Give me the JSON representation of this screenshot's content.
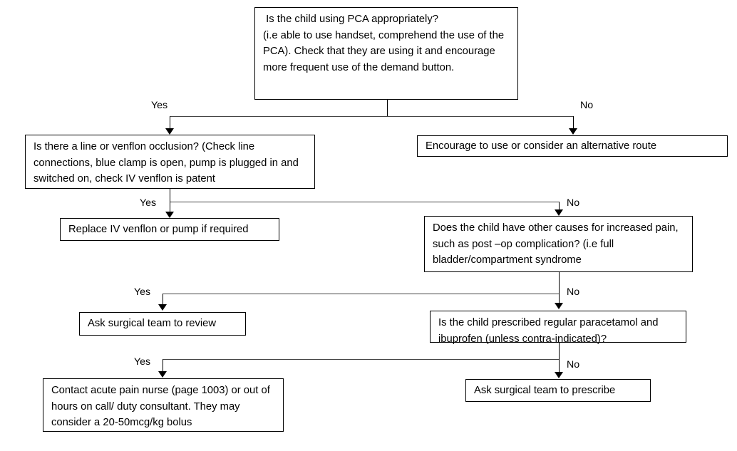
{
  "diagram": {
    "title": "PCA troubleshooting flowchart",
    "nodes": [
      {
        "id": "q1",
        "text": " Is the child using PCA appropriately?\n(i.e able to use handset, comprehend the use of the PCA). Check that they are using it and encourage more frequent use of the demand button."
      },
      {
        "id": "q2",
        "text": "Is there a line or venflon occlusion? (Check line connections, blue clamp is open, pump is plugged in and switched on, check IV venflon is patent"
      },
      {
        "id": "a1",
        "text": "Encourage to use or consider an alternative route"
      },
      {
        "id": "a2",
        "text": "Replace IV venflon or pump if required"
      },
      {
        "id": "q3",
        "text": "Does the child have other causes for increased pain, such as post –op complication? (i.e full bladder/compartment syndrome"
      },
      {
        "id": "a3",
        "text": "Ask surgical team to review"
      },
      {
        "id": "q4",
        "text": "Is the child prescribed regular paracetamol and ibuprofen (unless contra-indicated)?"
      },
      {
        "id": "a4",
        "text": "Contact acute pain nurse (page 1003) or out of hours on call/ duty consultant. They may consider a 20-50mcg/kg bolus"
      },
      {
        "id": "a5",
        "text": "Ask surgical team to prescribe"
      }
    ],
    "edge_labels": {
      "yes1": "Yes",
      "no1": "No",
      "yes2": "Yes",
      "no2": "No",
      "yes3": "Yes",
      "no3": "No",
      "yes4": "Yes",
      "no4": "No"
    },
    "colors": {
      "border": "#000000",
      "connector": "#444444",
      "text": "#000000",
      "background": "#ffffff"
    }
  }
}
